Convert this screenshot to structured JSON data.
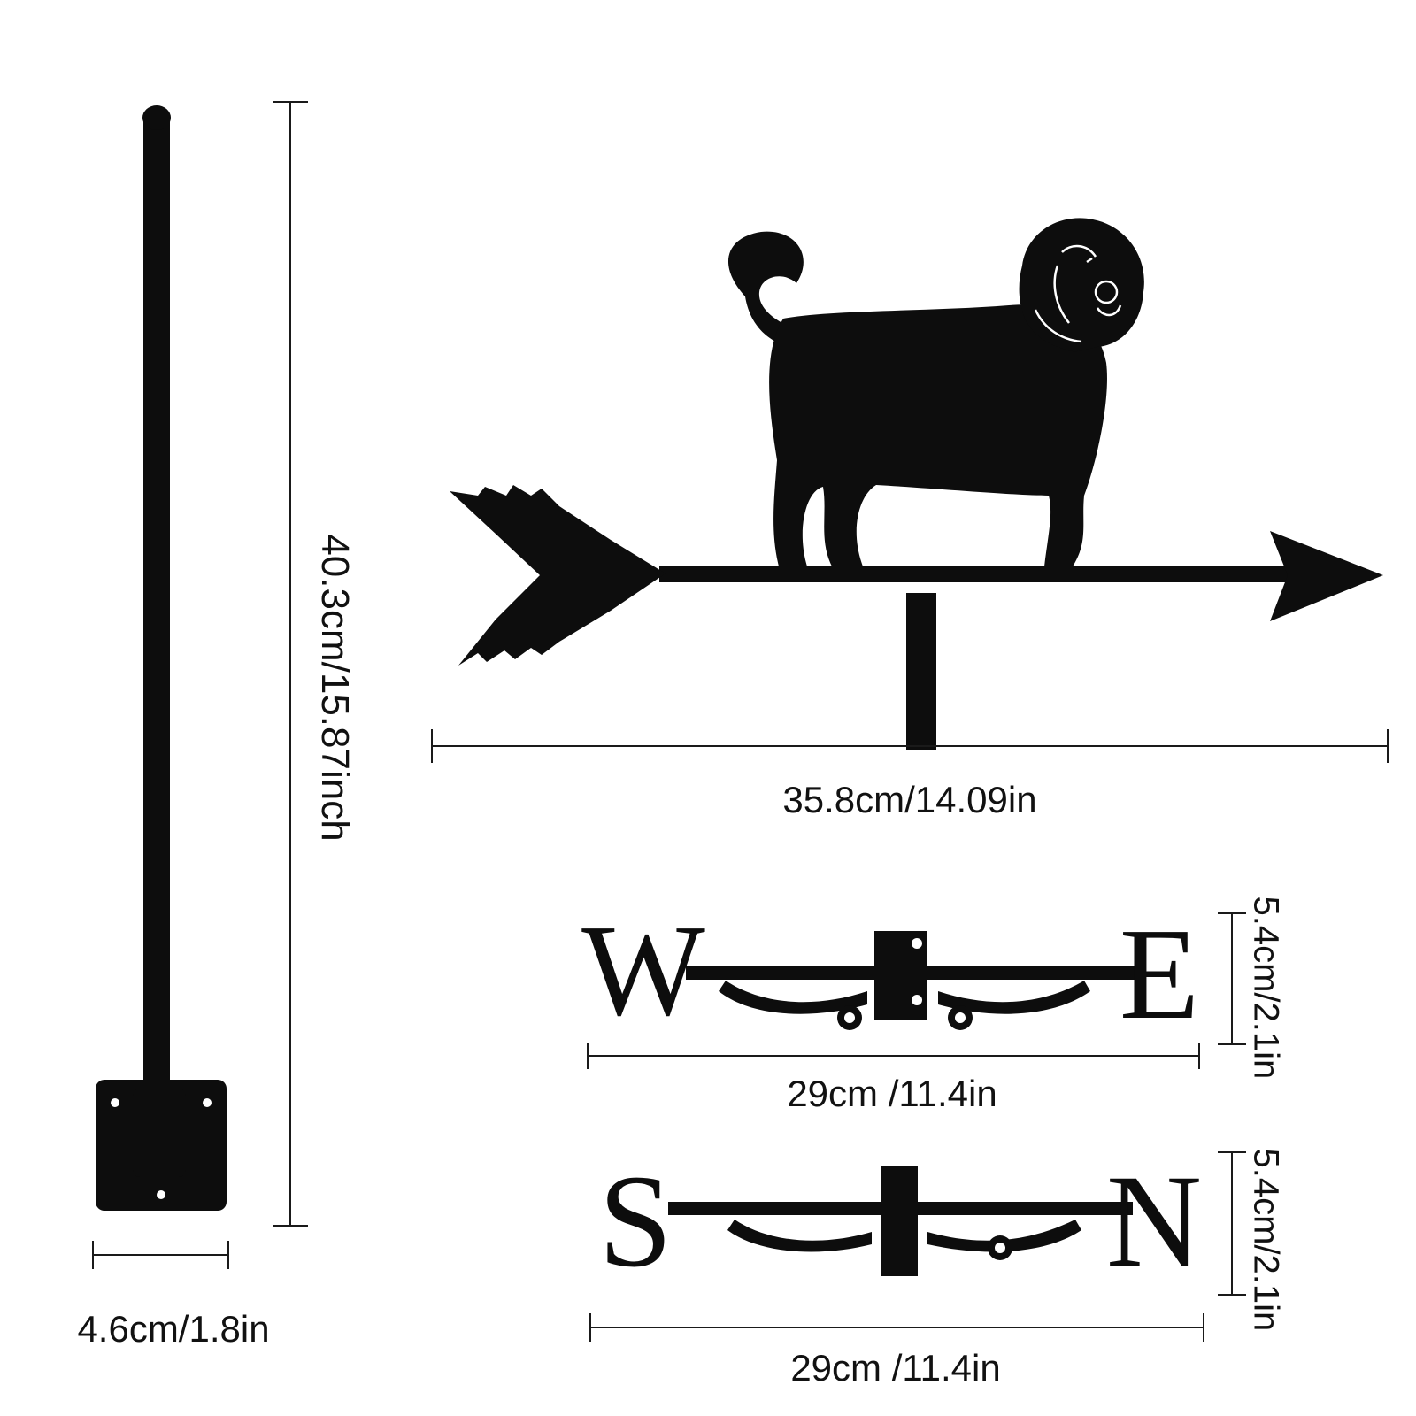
{
  "colors": {
    "ink": "#0d0d0d",
    "background": "#ffffff",
    "line": "#1a1a1a"
  },
  "dimensions": {
    "pole_height": "40.3cm/15.87inch",
    "pole_base_width": "4.6cm/1.8in",
    "arrow_length": "35.8cm/14.09in",
    "we_width": "29cm /11.4in",
    "we_height": "5.4cm/2.1in",
    "sn_width": "29cm /11.4in",
    "sn_height": "5.4cm/2.1in"
  },
  "letters": {
    "west": "W",
    "east": "E",
    "south": "S",
    "north": "N"
  }
}
